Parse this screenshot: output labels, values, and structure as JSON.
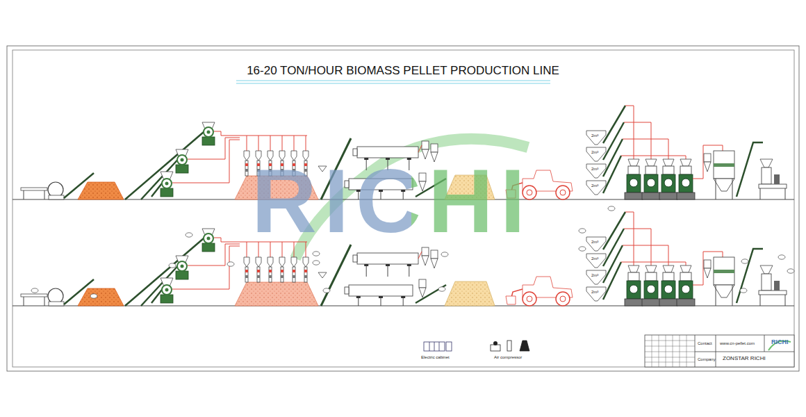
{
  "diagram": {
    "title": "16-20 TON/HOUR BIOMASS PELLET PRODUCTION LINE",
    "labels": [
      "RICHI",
      "2m³",
      "2m³",
      "2m³",
      "2m³",
      "2m³",
      "2m³",
      "2m³",
      "2m³",
      "Electric cabinet",
      "Air compressor",
      "Contact",
      "www.cn-pellet.com",
      "Company",
      "ZONSTAR RICHI",
      "RICHI"
    ]
  }
}
